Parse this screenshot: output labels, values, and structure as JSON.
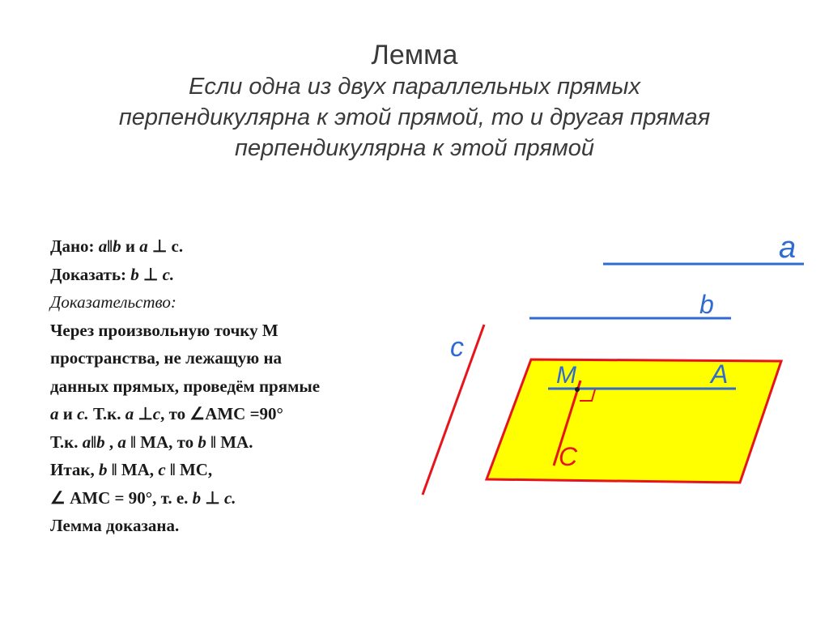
{
  "title": {
    "heading": "Лемма",
    "lines": [
      "Если одна из двух параллельных прямых",
      "перпендикулярна к этой прямой, то и другая прямая",
      "перпендикулярна к этой прямой"
    ]
  },
  "proof": {
    "given": {
      "label": "Дано:",
      "a1": "a",
      "par": "‖",
      "b1": "b",
      "and": "и",
      "a2": "a",
      "perp": "⊥",
      "c": "c."
    },
    "prove": {
      "label": "Доказать:",
      "b": "b",
      "perp": "⊥",
      "c": "c."
    },
    "proof_label": "Доказательство:",
    "line1": "Через произвольную точку М",
    "line2": "пространства, не лежащую на",
    "line3": "данных прямых, проведём прямые",
    "line4": {
      "a": "a",
      "and": "и",
      "c": "c.",
      "mid": "Т.к.",
      "a2": "a",
      "perp": "⊥",
      "c2": "c",
      "tail": ", то ∠АМС =90°"
    },
    "line5": {
      "start": "Т.к.",
      "a": "a",
      "par": "‖",
      "b": "b",
      "comma": ",",
      "a2": "a",
      "tail": "‖ МА, то",
      "b2": "b",
      "end": "‖ МА."
    },
    "line6": {
      "start": "Итак,",
      "b": "b",
      "mid": "‖ МА,",
      "c": "c",
      "end": "‖ МС,"
    },
    "line7": {
      "start": "∠ АМС = 90°, т. е.",
      "b": "b",
      "perp": "⊥",
      "c": "c."
    },
    "line8": "Лемма доказана."
  },
  "diagram": {
    "labels": {
      "a": "a",
      "b": "b",
      "c": "c",
      "M": "M",
      "A": "A",
      "C": "C"
    },
    "colors": {
      "blue": "#2f6bd0",
      "red": "#e8141b",
      "plane_fill": "#ffff00",
      "title": "#3a3a3a"
    }
  }
}
